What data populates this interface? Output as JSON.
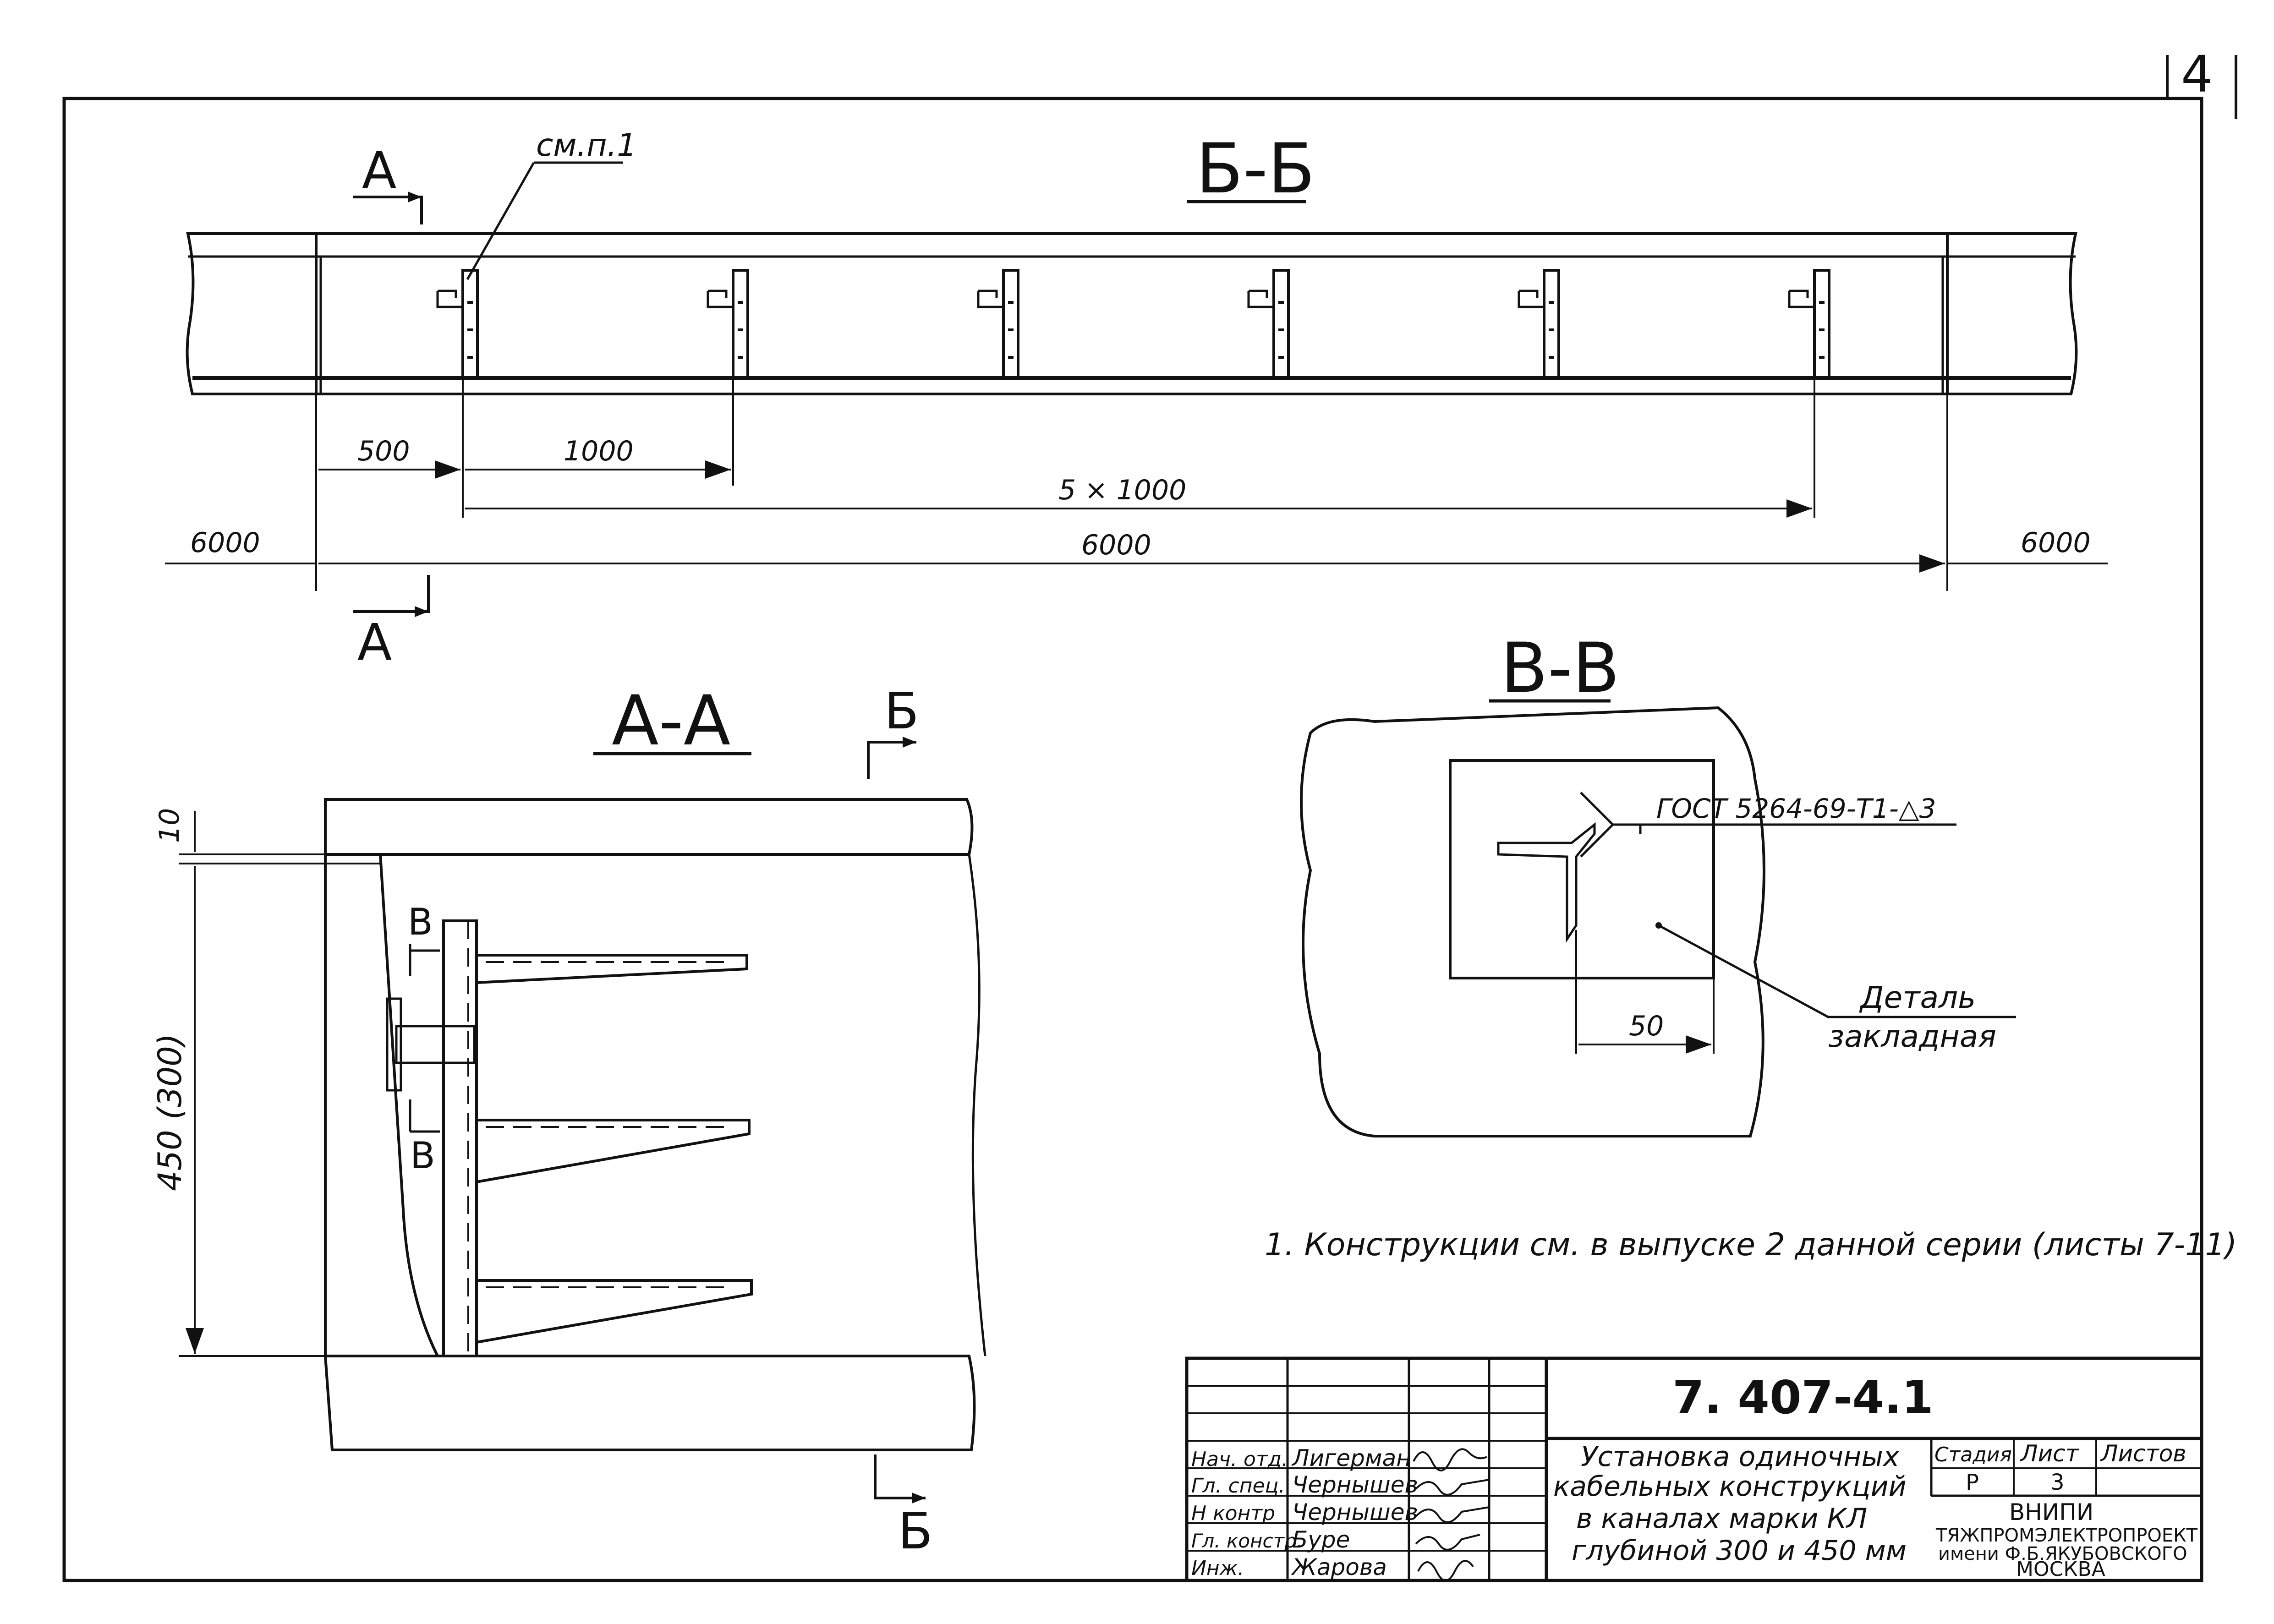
{
  "sheet": {
    "corner_number": "4"
  },
  "section_bb": {
    "title": "Б-Б",
    "section_mark": "А",
    "callout": "см.п.1",
    "dimensions": {
      "first_gap": "500",
      "spacing": "1000",
      "total_spacing": "5 × 1000",
      "span_left": "6000",
      "span_center": "6000",
      "span_right": "6000"
    }
  },
  "section_aa": {
    "title": "А-А",
    "section_mark": "Б",
    "detail_mark": "В",
    "dimensions": {
      "top": "10",
      "height": "450 (300)"
    }
  },
  "section_vv": {
    "title": "В-В",
    "weld_note": "ГОСТ 5264-69-Т1-△3",
    "dimension": "50",
    "part_label_1": "Деталь",
    "part_label_2": "закладная"
  },
  "note": "1. Конструкции см. в выпуске 2 данной серии (листы 7-11)",
  "title_block": {
    "document_code": "7. 407-4.1",
    "roles": [
      "Нач. отд.",
      "Гл. спец.",
      "Н контр",
      "Гл. констр.",
      "Инж."
    ],
    "names": [
      "Лигерман",
      "Чернышев",
      "Чернышев",
      "Буре",
      "Жарова"
    ],
    "description_lines": [
      "Установка одиночных",
      "кабельных конструкций",
      "в каналах марки КЛ",
      "глубиной 300 и 450 мм"
    ],
    "headers": {
      "stage": "Стадия",
      "sheet": "Лист",
      "sheets": "Листов"
    },
    "values": {
      "stage": "Р",
      "sheet": "3",
      "sheets": ""
    },
    "org_lines": [
      "ВНИПИ",
      "ТЯЖПРОМЭЛЕКТРОПРОЕКТ",
      "имени Ф.Б.ЯКУБОВСКОГО",
      "МОСКВА"
    ]
  }
}
